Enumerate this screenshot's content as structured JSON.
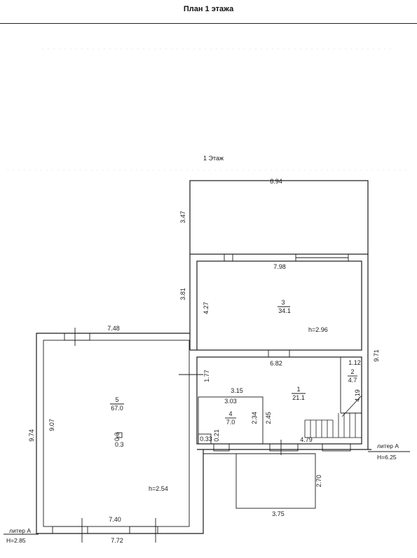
{
  "header": {
    "title": "План 1 этажа"
  },
  "floor_label": "1 Этаж",
  "rooms": [
    {
      "id": "1",
      "area": "21.1"
    },
    {
      "id": "2",
      "area": "4.7"
    },
    {
      "id": "3",
      "area": "34.1"
    },
    {
      "id": "4",
      "area": "7.0"
    },
    {
      "id": "5",
      "area": "67.0"
    }
  ],
  "column": {
    "label": "0.3",
    "dim": "0.3"
  },
  "heights": {
    "room3": "h=2.96",
    "room5": "h=2.54"
  },
  "dimensions": {
    "top_width": "8.94",
    "top_height": "3.47",
    "room3_width": "7.98",
    "room3_height": "4.27",
    "mid_height": "3.81",
    "right_height": "9.71",
    "left_top_width": "7.48",
    "room1_width": "6.82",
    "room2_width": "1.12",
    "room2_height": "4.19",
    "room1_height": "1.77",
    "room4_top": "3.15",
    "room4_width": "3.03",
    "room4_h1": "2.34",
    "room4_h2": "2.45",
    "small_a": "0.33",
    "small_b": "0.21",
    "room1_bottom": "4.79",
    "left_outer": "9.74",
    "left_inner": "9.07",
    "bottom_inner": "7.40",
    "bottom_outer": "7.72",
    "porch_height": "2.70",
    "porch_width": "3.75"
  },
  "annotations": {
    "left_liter": "литер А",
    "left_h": "H=2.85",
    "right_liter": "литер А",
    "right_h": "H=6.25"
  }
}
